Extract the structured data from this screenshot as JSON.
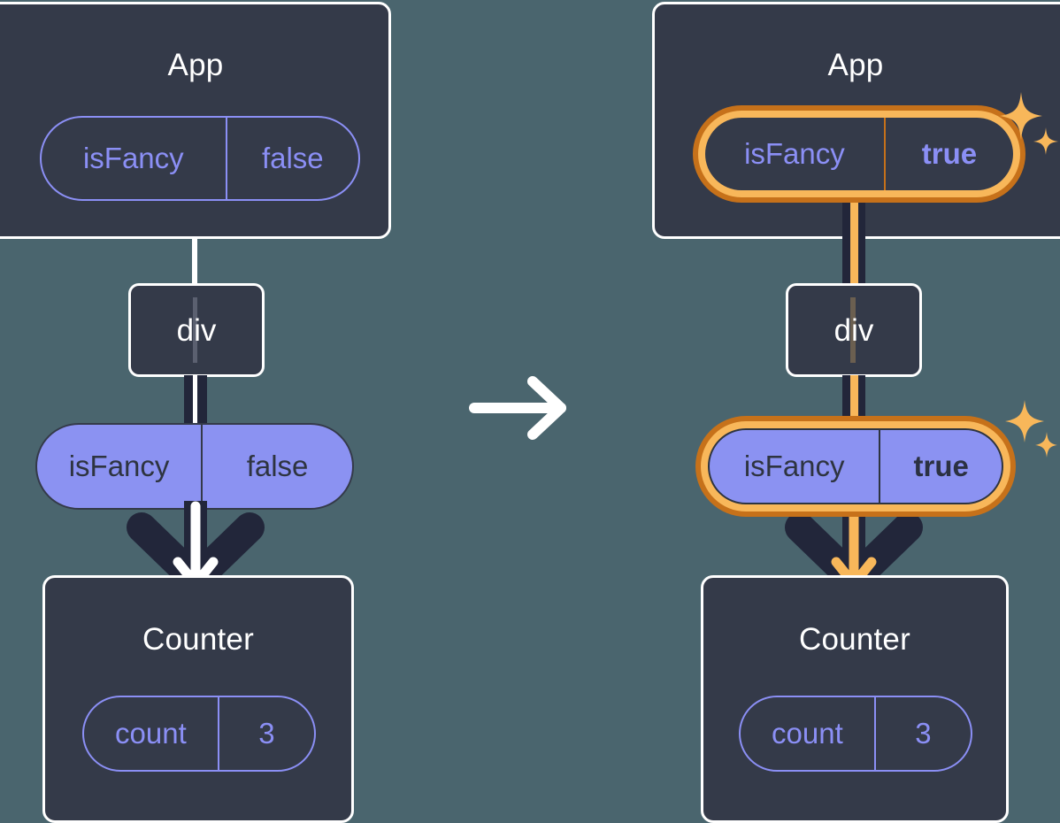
{
  "theme": {
    "background": "#4a656e",
    "card_bg": "#343a49",
    "card_border": "#ffffff",
    "accent_purple": "#8b8ff5",
    "props_purple": "#8b92f2",
    "highlight_outer": "#c6711a",
    "highlight_inner": "#f8b75a",
    "connector_dark": "#22263a",
    "connector_white": "#ffffff",
    "text_dark": "#2e3440"
  },
  "panels": [
    {
      "id": "before",
      "app": {
        "title": "App",
        "state_pill": {
          "key": "isFancy",
          "value": "false",
          "highlighted": false,
          "bold_value": false
        }
      },
      "div": {
        "label": "div"
      },
      "props_pill": {
        "key": "isFancy",
        "value": "false",
        "highlighted": false,
        "bold_value": false
      },
      "counter": {
        "title": "Counter",
        "state_pill": {
          "key": "count",
          "value": "3"
        }
      },
      "arrow_color": "white",
      "sparkles": false
    },
    {
      "id": "after",
      "app": {
        "title": "App",
        "state_pill": {
          "key": "isFancy",
          "value": "true",
          "highlighted": true,
          "bold_value": true
        }
      },
      "div": {
        "label": "div"
      },
      "props_pill": {
        "key": "isFancy",
        "value": "true",
        "highlighted": true,
        "bold_value": true
      },
      "counter": {
        "title": "Counter",
        "state_pill": {
          "key": "count",
          "value": "3"
        }
      },
      "arrow_color": "amber",
      "sparkles": true
    }
  ],
  "transition": {
    "icon": "right-arrow-icon",
    "color": "#ffffff"
  }
}
